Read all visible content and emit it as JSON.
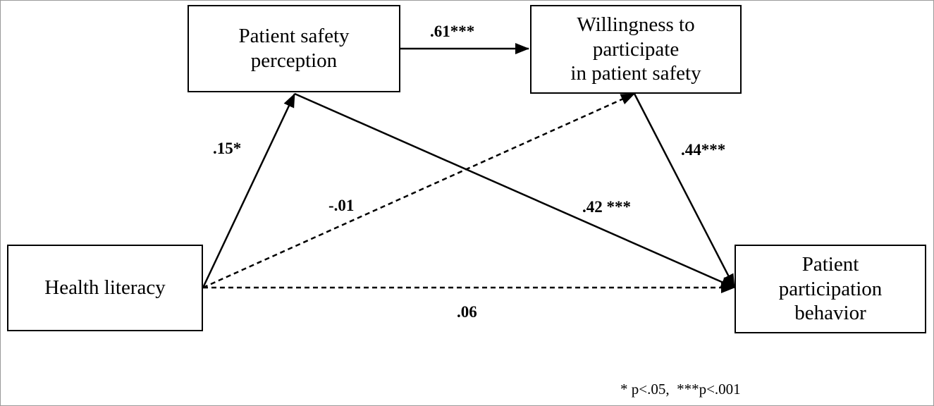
{
  "nodes": {
    "safety_perception": {
      "lines": [
        "Patient safety",
        "perception"
      ]
    },
    "willingness": {
      "lines": [
        "Willingness to",
        "participate",
        "in patient safety"
      ]
    },
    "health_literacy": {
      "lines": [
        "Health literacy"
      ]
    },
    "participation": {
      "lines": [
        "Patient",
        "participation",
        "behavior"
      ]
    }
  },
  "paths": {
    "perception_to_willingness": ".61***",
    "literacy_to_perception": ".15*",
    "literacy_to_willingness": "-.01",
    "perception_to_participation": ".42 ***",
    "willingness_to_participation": ".44***",
    "literacy_to_participation": ".06"
  },
  "footnote": "* p<.05,  ***p<.001"
}
